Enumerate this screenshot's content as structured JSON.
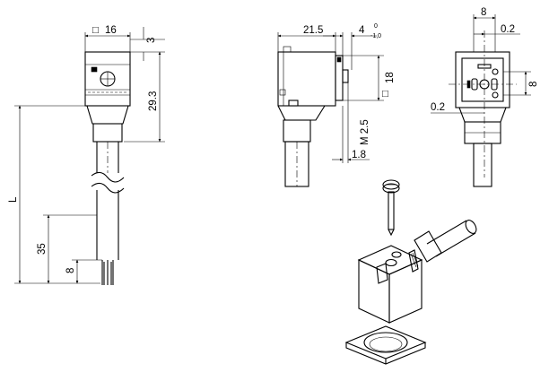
{
  "views": {
    "front": {
      "square_symbol": "□",
      "width": "16",
      "top_offset": "3",
      "body_height": "29.3",
      "total_length": "L",
      "strip_length": "35",
      "wire_end": "8"
    },
    "side": {
      "depth": "21.5",
      "gap_nominal": "4",
      "tol_upper": "0",
      "tol_lower": "-1,0",
      "square_symbol": "□",
      "flange": "18",
      "thread": "M 2.5",
      "thickness": "1.8"
    },
    "rear": {
      "width": "8",
      "offset_top": "0.2",
      "height": "8",
      "offset_left": "0.2"
    }
  }
}
